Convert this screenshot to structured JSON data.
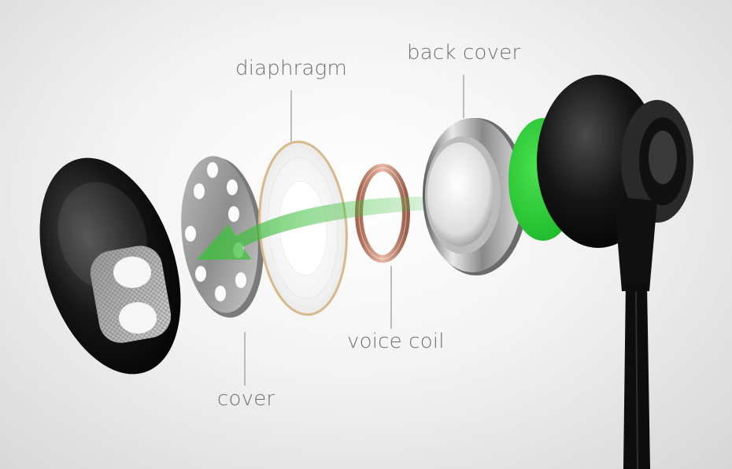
{
  "labels": {
    "diaphragm": "diaphragm",
    "back_cover": "back cover",
    "voice_coil": "voice coil",
    "cover": "cover"
  },
  "colors": {
    "background": "#eeeeee",
    "label_text": "#707070",
    "leader_line": "#a8a8a8",
    "flow_arrow": "#3fbf3f",
    "green_gasket": "#2fd33c",
    "voice_coil": "#c98c7c",
    "diaphragm_rim": "#d8b98c",
    "earbud_shell": "#1a1a1a"
  },
  "icons": {
    "flow_arrow": "curved-arrow-icon"
  }
}
